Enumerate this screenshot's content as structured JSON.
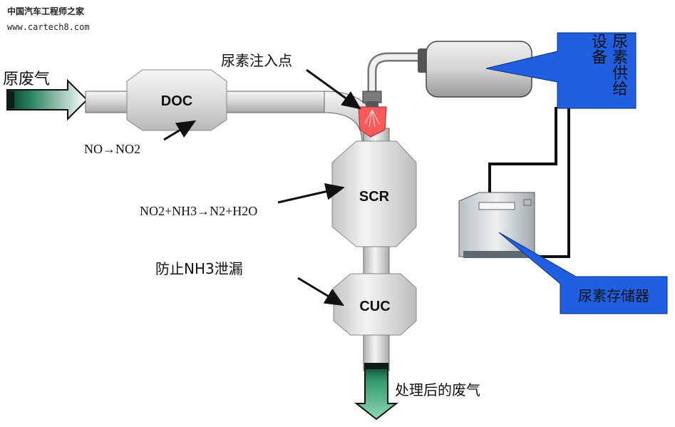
{
  "watermark": {
    "site_name": "中国汽车工程师之家",
    "url": "www.cartech8.com"
  },
  "inlet_label": "原废气",
  "outlet_label": "处理后的废气",
  "injection_point_label": "尿素注入点",
  "doc": {
    "label": "DOC",
    "reaction": "NO→NO2"
  },
  "scr": {
    "label": "SCR",
    "reaction": "NO2+NH3→N2+H2O"
  },
  "cuc": {
    "label": "CUC",
    "note": "防止NH3泄漏"
  },
  "urea_supply": {
    "col1": "设备",
    "col2": "尿素供给"
  },
  "urea_storage_label": "尿素存储器",
  "colors": {
    "pipe": "#d2d2d2",
    "canister": "#e1e1e1",
    "callout_blue": "#1f5fe0",
    "injector_red": "#ff5a5a",
    "outlet_arrow": "#52b888"
  }
}
